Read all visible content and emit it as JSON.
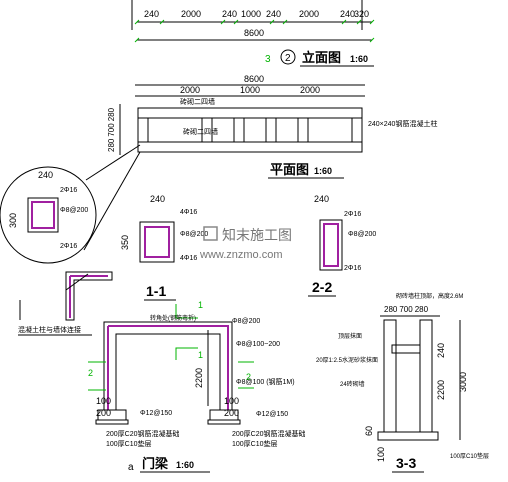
{
  "elevation": {
    "top_dims": [
      "240",
      "2000",
      "240",
      "1000",
      "240",
      "2000",
      "240",
      "320"
    ],
    "total": "8600",
    "label": "立面图",
    "scale": "1:60"
  },
  "plan": {
    "total": "8600",
    "top_dims": [
      "2000",
      "1000",
      "2000"
    ],
    "left_dims": [
      "280",
      "700",
      "280"
    ],
    "note_top": "砖砌二四墙",
    "note_mid": "砖砌二四墙",
    "note_right": "240×240钢筋混凝土柱",
    "label": "平面图",
    "scale": "1:60"
  },
  "detail_circle": {
    "dim_w": "240",
    "dim_h": "300",
    "top_bar": "2Φ16",
    "stirrup": "Φ8@200",
    "bot_bar": "2Φ16"
  },
  "section_1": {
    "dim_w": "240",
    "dim_h": "350",
    "top_bar": "4Φ16",
    "stirrup": "Φ8@200",
    "bot_bar": "4Φ16",
    "label": "1-1"
  },
  "section_2": {
    "dim_w": "240",
    "top_bar": "2Φ16",
    "stirrup": "Φ8@200",
    "bot_bar": "2Φ16",
    "label": "2-2"
  },
  "watermark": {
    "brand": "知末施工图",
    "url": "www.znzmo.com"
  },
  "corner_note": "混凝土柱与墙体连接",
  "door_beam": {
    "notes": [
      "转角处(钢筋弯折)",
      "Φ8@200",
      "Φ8@100~200",
      "Φ8@100 (钢筋1M)",
      "Φ12@150",
      "Φ12@150"
    ],
    "height": "2200",
    "dim_100a": "100",
    "dim_200a": "200",
    "dim_100b": "100",
    "dim_200b": "200",
    "foot_left": [
      "200厚C20钢筋混凝基础",
      "100厚C10垫层"
    ],
    "foot_right": [
      "200厚C20钢筋混凝基础",
      "100厚C10垫层"
    ],
    "label": "门梁",
    "scale": "1:60",
    "sub": "a"
  },
  "section_3": {
    "top_dims": [
      "280",
      "700",
      "280"
    ],
    "top_note": "砌砖墙柱顶部，高度2.6M",
    "left_notes": [
      "顶层抹面",
      "20厚1:2.5水泥砂浆抹面",
      "24砖砌墙"
    ],
    "dims_right": [
      "240",
      "2200",
      "3000"
    ],
    "dim_60": "60",
    "dim_100": "100",
    "foot_note": "100厚C10垫层",
    "label": "3-3"
  },
  "section_marks": {
    "one": "1",
    "two": "2",
    "three": "3"
  }
}
